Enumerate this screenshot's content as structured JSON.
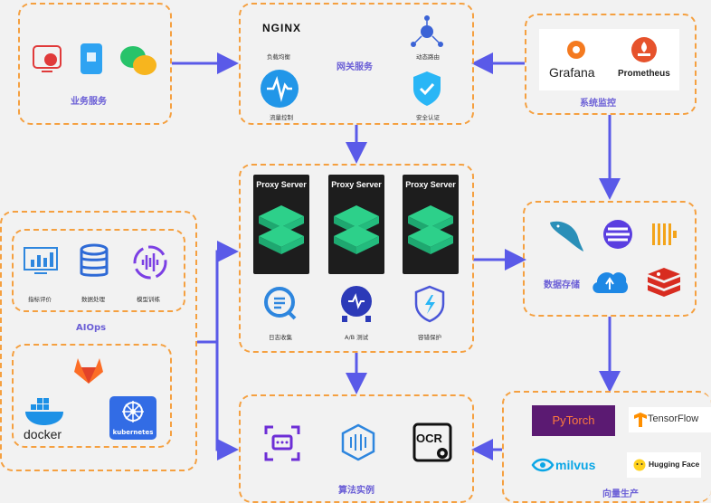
{
  "sections": {
    "business": "业务服务",
    "gateway": "网关服务",
    "monitor": "系统监控",
    "aiops": "AIOps",
    "storage": "数据存储",
    "algo": "算法实例",
    "vector": "向量生产"
  },
  "gateway_items": {
    "nginx": "NGINX",
    "load_balance": "负载均衡",
    "dynamic_route": "动态路由",
    "flow_control": "流量控制",
    "security": "安全认证"
  },
  "monitor_items": {
    "grafana": "Grafana",
    "prometheus": "Prometheus"
  },
  "aiops_items": {
    "metrics": "指标评价",
    "data_processing": "数据处理",
    "model_training": "模型训练"
  },
  "deploy_items": {
    "docker": "docker",
    "kubernetes": "kubernetes"
  },
  "proxy": {
    "label": "Proxy Server"
  },
  "proxy_tools": {
    "log": "日志收集",
    "ab": "A/B 测试",
    "fault": "容错保护"
  },
  "algo_items": {
    "ocr": "OCR"
  },
  "vector_items": {
    "pytorch": "PyTorch",
    "tensorflow": "TensorFlow",
    "milvus": "milvus",
    "huggingface": "Hugging Face"
  },
  "colors": {
    "dashed_border": "#f5a040",
    "arrow": "#5a5ae8",
    "label": "#6b5fd6",
    "proxy_green": "#2dd08a"
  }
}
